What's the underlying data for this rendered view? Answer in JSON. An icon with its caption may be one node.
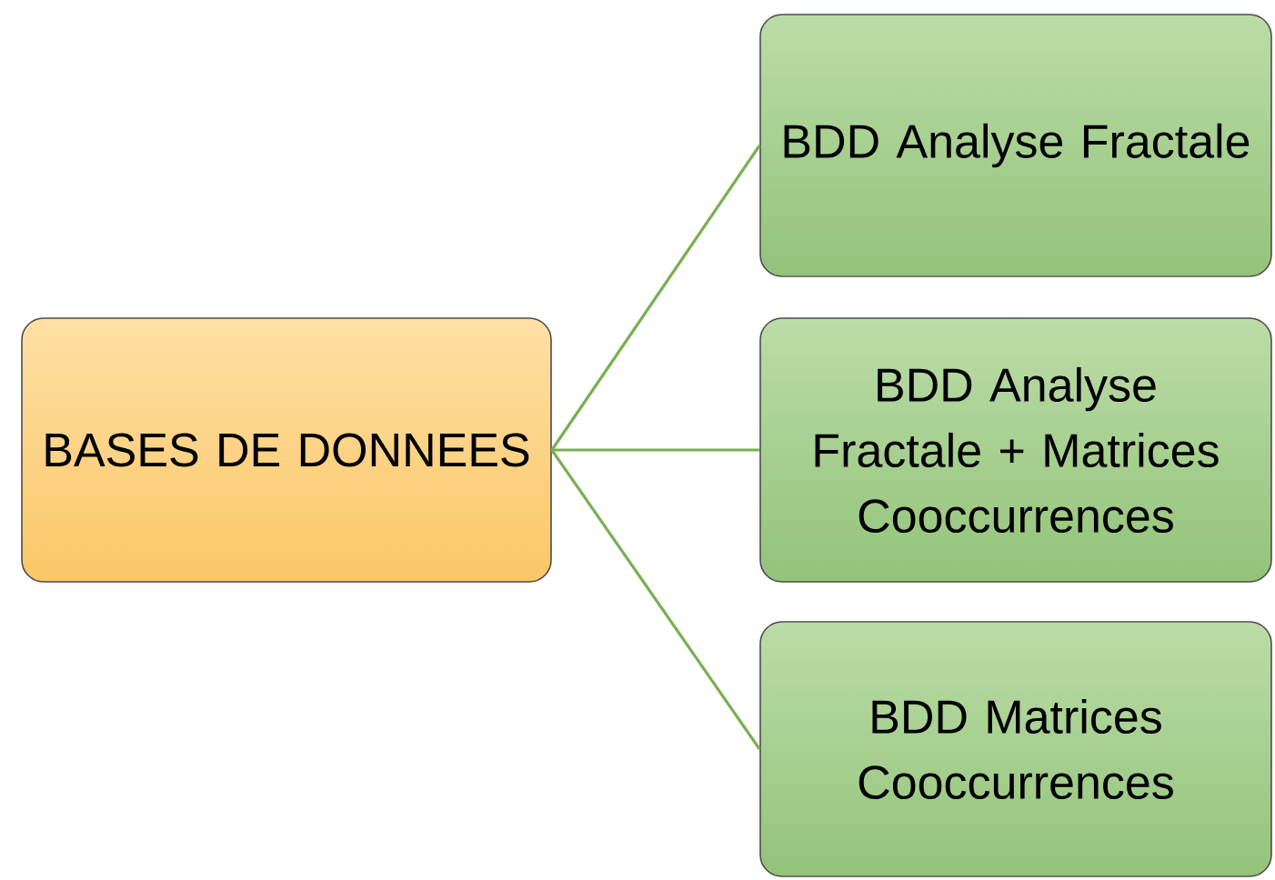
{
  "diagram": {
    "nodes": [
      {
        "text": [
          "BASES DE DONNEES"
        ]
      },
      {
        "text": [
          "BDD Analyse Fractale"
        ]
      },
      {
        "text": [
          "BDD Analyse Fractale + Matrices Cooccurrences"
        ]
      },
      {
        "text": [
          "BDD Matrices Cooccurrences"
        ]
      }
    ],
    "edges": [
      {
        "from": 0,
        "to": 1,
        "arrow": "none"
      },
      {
        "from": 0,
        "to": 2,
        "arrow": "none"
      },
      {
        "from": 0,
        "to": 3,
        "arrow": "none"
      }
    ]
  }
}
